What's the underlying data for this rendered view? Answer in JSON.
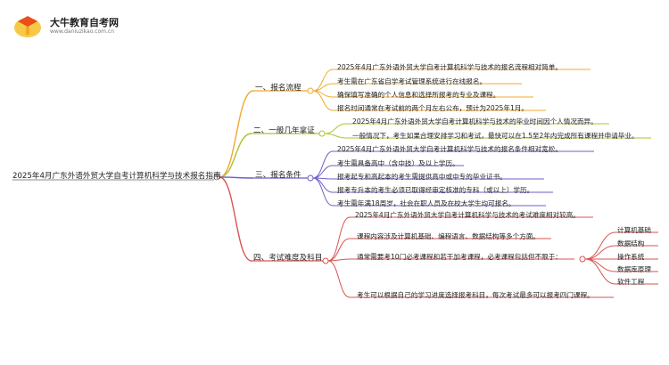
{
  "brand": {
    "name": "大牛教育自考网",
    "url": "www.daniuzikao.com.cn",
    "logo_colors": [
      "#f5a623",
      "#e94e1b",
      "#f7c948"
    ]
  },
  "mindmap": {
    "root": "2025年4月广东外语外贸大学自考计算机科学与技术报名指南",
    "branches": [
      {
        "label": "一、报名流程",
        "color": "#f0a830",
        "leaves": [
          "2025年4月广东外语外贸大学自考计算机科学与技术的报名流程相对简单。",
          "考生需在广东省自学考试管理系统进行在线报名。",
          "确保填写准确的个人信息和选择所报考的专业及课程。",
          "报名时间通常在考试前的两个月左右公布，预计为2025年1月。"
        ]
      },
      {
        "label": "二、一般几年拿证",
        "color": "#b0c030",
        "leaves": [
          "2025年4月广东外语外贸大学自考计算机科学与技术的毕业时间因个人情况而异。",
          "一般情况下，考生如果合理安排学习和考试，最快可以在1.5至2年内完成所有课程并申请毕业。"
        ]
      },
      {
        "label": "三、报名条件",
        "color": "#6c5fc7",
        "leaves": [
          "2025年4月广东外语外贸大学自考计算机科学与技术的报名条件相对宽松。",
          "考生需具备高中（含中技）及以上学历。",
          "报考起专和高起本的考生需提供高中或中专的毕业证书。",
          "报考专升本的考生必须已取得经审定核准的专科（或以上）学历。",
          "考生需年满18周岁，社会在职人员及在校大学生均可报名。"
        ]
      },
      {
        "label": "四、考试难度及科目",
        "color": "#d9534f",
        "leaves": [
          "2025年4月广东外语外贸大学自考计算机科学与技术的考试难度相对较高。",
          "课程内容涉及计算机基础、编程语言、数据结构等多个方面。",
          "通常需要考10门必考课程和若干加考课程，必考课程包括但不限于：",
          "考生可以根据自己的学习进度选择报考科目，每次考试最多可以报考四门课程。"
        ],
        "sub_leaves": [
          "计算机基础",
          "数据结构",
          "操作系统",
          "数据库原理",
          "软件工程"
        ]
      }
    ]
  }
}
